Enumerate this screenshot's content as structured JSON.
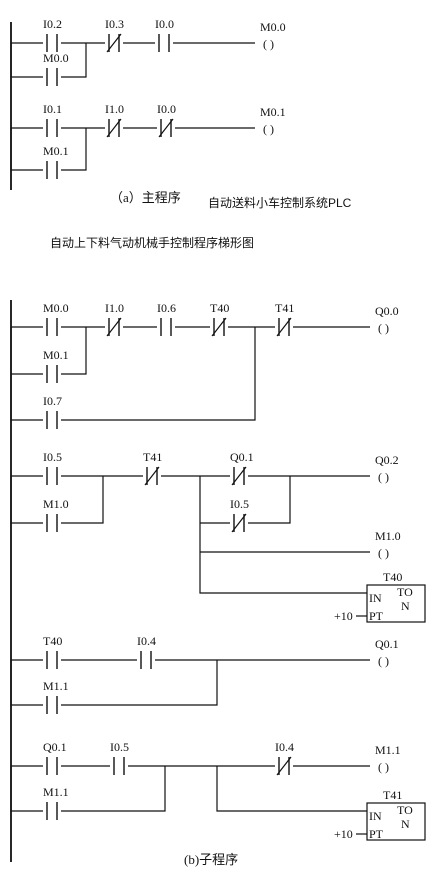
{
  "labels": {
    "main_caption": "（a）主程序",
    "side_title": "自动送料小车控制系统PLC",
    "mid_title": "自动上下料气动机械手控制程序梯形图",
    "sub_caption": "(b)子程序"
  },
  "timer_text": {
    "in": "IN",
    "to_left": "TO",
    "to_right": "N",
    "pt": "PT",
    "preset": "+10"
  },
  "coil_paren": "(    )",
  "contacts": [
    {
      "id": "c1",
      "label": "I0.2",
      "type": "NO"
    },
    {
      "id": "c2",
      "label": "I0.3",
      "type": "NC"
    },
    {
      "id": "c3",
      "label": "I0.0",
      "type": "NO"
    },
    {
      "id": "c4",
      "label": "M0.0",
      "type": "NO"
    },
    {
      "id": "c5",
      "label": "I0.1",
      "type": "NO"
    },
    {
      "id": "c6",
      "label": "I1.0",
      "type": "NC"
    },
    {
      "id": "c7",
      "label": "I0.0",
      "type": "NC"
    },
    {
      "id": "c8",
      "label": "M0.1",
      "type": "NO"
    },
    {
      "id": "c9",
      "label": "M0.0",
      "type": "NO"
    },
    {
      "id": "c10",
      "label": "I1.0",
      "type": "NC"
    },
    {
      "id": "c11",
      "label": "I0.6",
      "type": "NO"
    },
    {
      "id": "c12",
      "label": "T40",
      "type": "NC"
    },
    {
      "id": "c13",
      "label": "T41",
      "type": "NC"
    },
    {
      "id": "c14",
      "label": "M0.1",
      "type": "NO"
    },
    {
      "id": "c15",
      "label": "I0.7",
      "type": "NO"
    },
    {
      "id": "c16",
      "label": "I0.5",
      "type": "NO"
    },
    {
      "id": "c17",
      "label": "T41",
      "type": "NC"
    },
    {
      "id": "c18",
      "label": "Q0.1",
      "type": "NC"
    },
    {
      "id": "c19",
      "label": "M1.0",
      "type": "NO"
    },
    {
      "id": "c20",
      "label": "I0.5",
      "type": "NC"
    },
    {
      "id": "c21",
      "label": "T40",
      "type": "NO"
    },
    {
      "id": "c22",
      "label": "I0.4",
      "type": "NO"
    },
    {
      "id": "c23",
      "label": "M1.1",
      "type": "NO"
    },
    {
      "id": "c24",
      "label": "Q0.1",
      "type": "NO"
    },
    {
      "id": "c25",
      "label": "I0.5",
      "type": "NO"
    },
    {
      "id": "c26",
      "label": "I0.4",
      "type": "NC"
    },
    {
      "id": "c27",
      "label": "M1.1",
      "type": "NO"
    }
  ],
  "coils": [
    {
      "id": "k1",
      "label": "M0.0"
    },
    {
      "id": "k2",
      "label": "M0.1"
    },
    {
      "id": "k3",
      "label": "Q0.0"
    },
    {
      "id": "k4",
      "label": "Q0.2"
    },
    {
      "id": "k5",
      "label": "M1.0"
    },
    {
      "id": "k6",
      "label": "Q0.1"
    },
    {
      "id": "k7",
      "label": "M1.1"
    }
  ],
  "timers": [
    {
      "id": "t1",
      "label": "T40"
    },
    {
      "id": "t2",
      "label": "T41"
    }
  ]
}
